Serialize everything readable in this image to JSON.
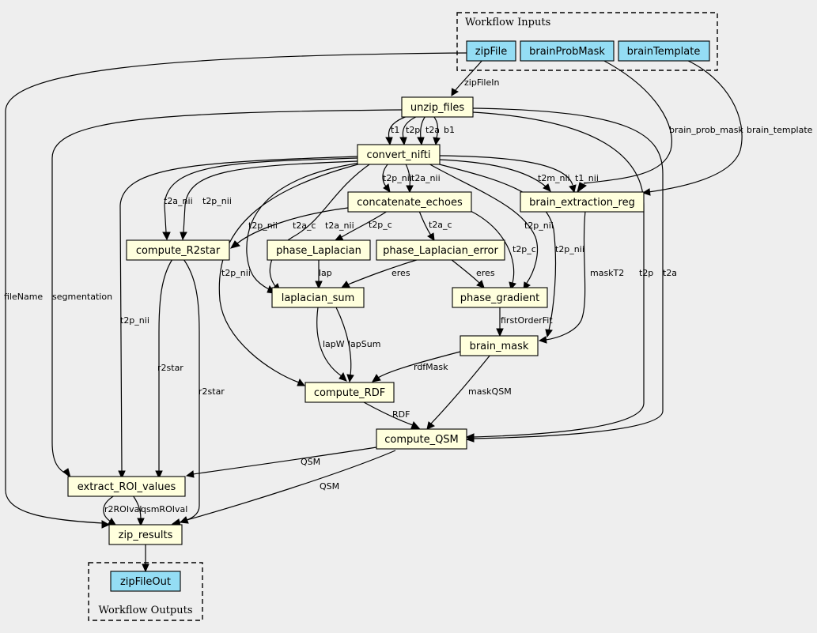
{
  "colors": {
    "background": "#eeeeee",
    "io_node_fill": "#94ddf4",
    "step_node_fill": "#ffffdd"
  },
  "clusters": {
    "inputs": "Workflow Inputs",
    "outputs": "Workflow Outputs"
  },
  "nodes": {
    "zipFile": "zipFile",
    "brainProbMask": "brainProbMask",
    "brainTemplate": "brainTemplate",
    "unzip_files": "unzip_files",
    "convert_nifti": "convert_nifti",
    "concatenate_echoes": "concatenate_echoes",
    "brain_extraction_reg": "brain_extraction_reg",
    "compute_R2star": "compute_R2star",
    "phase_Laplacian": "phase_Laplacian",
    "phase_Laplacian_error": "phase_Laplacian_error",
    "laplacian_sum": "laplacian_sum",
    "phase_gradient": "phase_gradient",
    "brain_mask": "brain_mask",
    "compute_RDF": "compute_RDF",
    "compute_QSM": "compute_QSM",
    "extract_ROI_values": "extract_ROI_values",
    "zip_results": "zip_results",
    "zipFileOut": "zipFileOut"
  },
  "edge_labels": {
    "zipFileIn": "zipFileIn",
    "brain_prob_mask": "brain_prob_mask",
    "brain_template": "brain_template",
    "fileName": "fileName",
    "segmentation": "segmentation",
    "t1": "t1",
    "t2p": "t2p",
    "t2a": "t2a",
    "b1": "b1",
    "t2p_nii": "t2p_nii",
    "t2a_nii": "t2a_nii",
    "t2m_nii": "t2m_nii",
    "t1_nii": "t1_nii",
    "t2a_c": "t2a_c",
    "t2p_c": "t2p_c",
    "lap": "lap",
    "eres": "eres",
    "maskT2": "maskT2",
    "firstOrderFit": "firstOrderFit",
    "r2star": "r2star",
    "lapW": "lapW",
    "lapSum": "lapSum",
    "rdfMask": "rdfMask",
    "maskQSM": "maskQSM",
    "RDF": "RDF",
    "QSM": "QSM",
    "r2ROIval": "r2ROIval",
    "qsmROIval": "qsmROIval"
  }
}
